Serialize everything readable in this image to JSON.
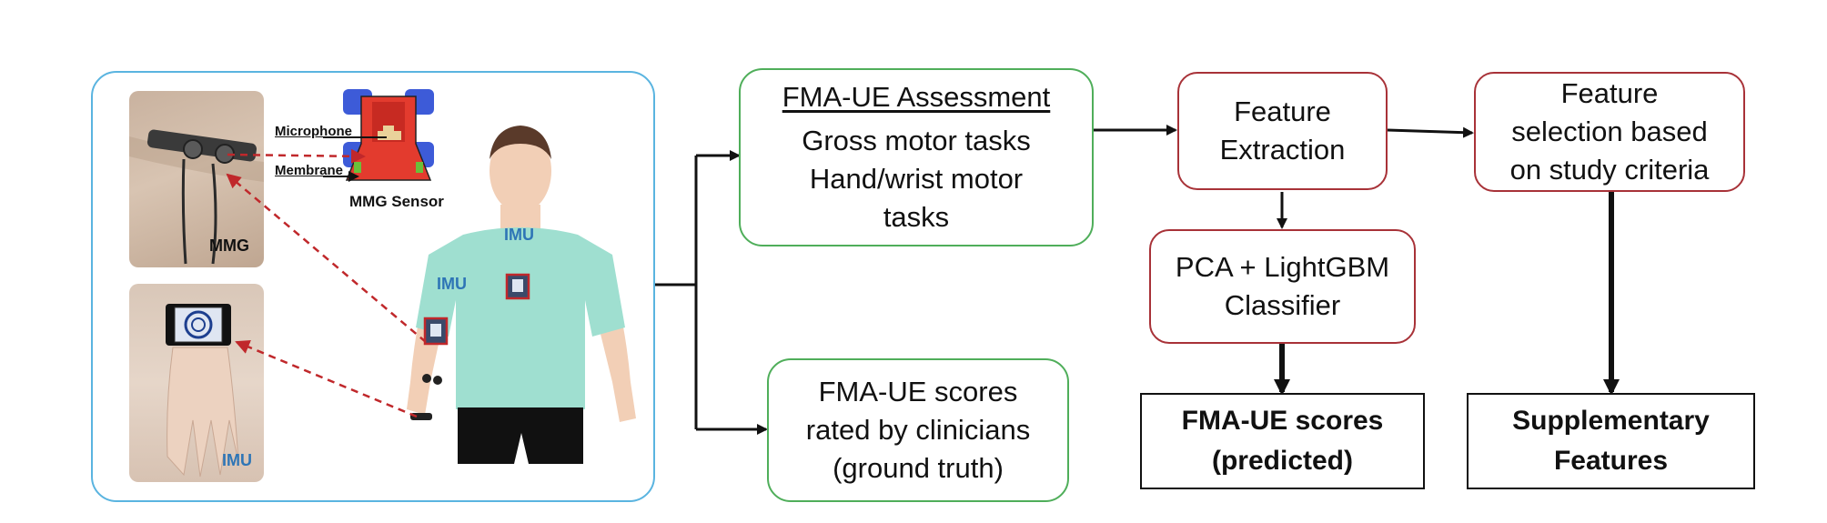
{
  "left_panel": {
    "mmg_photo_label": "MMG",
    "imu_photo_label": "IMU",
    "sensor_callouts": {
      "microphone": "Microphone",
      "membrane": "Membrane"
    },
    "sensor_caption": "MMG Sensor",
    "body_imu_labels": {
      "chest": "IMU",
      "arm": "IMU"
    }
  },
  "boxes": {
    "assessment": {
      "title": "FMA-UE Assessment",
      "lines": [
        "Gross motor tasks",
        "Hand/wrist motor",
        "tasks"
      ]
    },
    "ground_truth": {
      "lines": [
        "FMA-UE scores",
        "rated by clinicians",
        "(ground truth)"
      ]
    },
    "feature_extraction": {
      "lines": [
        "Feature",
        "Extraction"
      ]
    },
    "feature_selection": {
      "lines": [
        "Feature",
        "selection based",
        "on study criteria"
      ]
    },
    "classifier": {
      "lines": [
        "PCA + LightGBM",
        "Classifier"
      ]
    },
    "predicted": {
      "lines": [
        "FMA-UE scores",
        "(predicted)"
      ]
    },
    "supplementary": {
      "lines": [
        "Supplementary",
        "Features"
      ]
    }
  },
  "colors": {
    "panel_border": "#5ab4e0",
    "green_border": "#4fae5a",
    "red_border": "#a83238",
    "imu_text": "#2e75b6",
    "arrow_dashed": "#c0282b",
    "shirt": "#9fdfd0",
    "skin": "#f2cfb6",
    "shorts": "#111111",
    "sensor_red": "#e33b2e",
    "sensor_blue": "#3d5bd8"
  }
}
